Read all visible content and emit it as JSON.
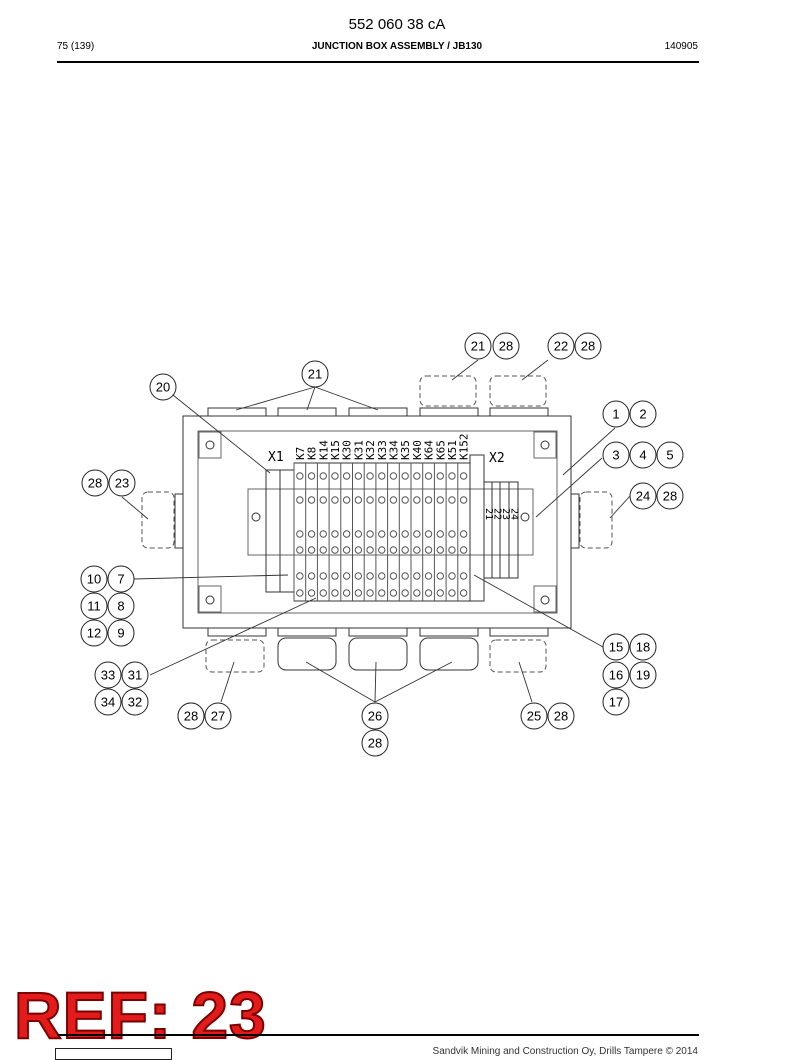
{
  "header": {
    "doc_number": "552 060 38 cA",
    "page": "75 (139)",
    "title": "JUNCTION BOX ASSEMBLY / JB130",
    "date": "140905"
  },
  "diagram": {
    "strip_x1_label": "X1",
    "strip_x2_label": "X2",
    "x1_terminals": [
      "K7",
      "K8",
      "K14",
      "K15",
      "K30",
      "K31",
      "K32",
      "K33",
      "K34",
      "K35",
      "K40",
      "K64",
      "K65",
      "K51",
      "K152"
    ],
    "x2_terminals": [
      "21",
      "22",
      "23",
      "24"
    ],
    "callouts": [
      "1",
      "2",
      "3",
      "4",
      "5",
      "7",
      "8",
      "9",
      "10",
      "11",
      "12",
      "15",
      "16",
      "17",
      "18",
      "19",
      "20",
      "21",
      "21",
      "22",
      "23",
      "24",
      "25",
      "26",
      "27",
      "28",
      "28",
      "28",
      "28",
      "28",
      "28",
      "28",
      "28",
      "31",
      "32",
      "33",
      "34"
    ]
  },
  "stamp": {
    "text": "REF: 23"
  },
  "footer": {
    "text": "Sandvik Mining and Construction Oy, Drills Tampere © 2014"
  }
}
